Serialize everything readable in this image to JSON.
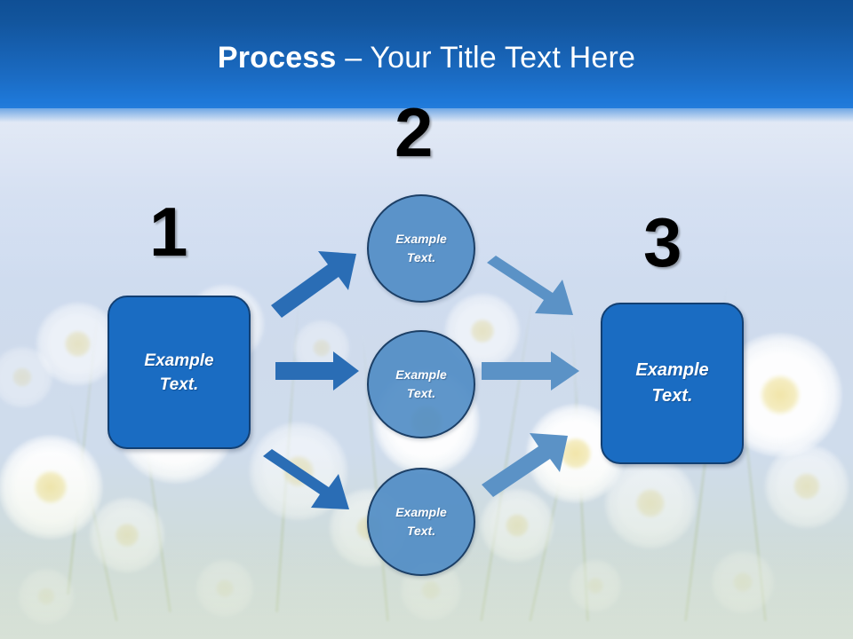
{
  "slide": {
    "title_strong": "Process",
    "title_rest": " – Your Title Text Here",
    "background_description": "daisy field under blue sky",
    "colors": {
      "title_band_top": "#0f4f95",
      "title_band_bottom": "#1e78d8",
      "box_fill": "#1a6cc2",
      "box_border": "#123f72",
      "circle_fill": "#4e8bc4",
      "circle_border": "#1c3f66",
      "arrow_dark_blue": "#2a6db5",
      "arrow_light_blue": "#5b92c6",
      "number_color": "#000000",
      "label_color": "#ffffff"
    }
  },
  "steps": [
    {
      "number": "1",
      "label": "Example\nText."
    },
    {
      "number": "2",
      "label": ""
    },
    {
      "number": "3",
      "label": "Example\nText."
    }
  ],
  "shapes": {
    "box_left": {
      "line1": "Example",
      "line2": "Text."
    },
    "box_right": {
      "line1": "Example",
      "line2": "Text."
    },
    "circle_top": {
      "line1": "Example",
      "line2": "Text."
    },
    "circle_middle": {
      "line1": "Example",
      "line2": "Text."
    },
    "circle_bottom": {
      "line1": "Example",
      "line2": "Text."
    }
  },
  "numbers": {
    "one": "1",
    "two": "2",
    "three": "3"
  },
  "arrows": [
    {
      "name": "box1-to-circle-top",
      "direction": "up-right",
      "color": "#2a6db5"
    },
    {
      "name": "box1-to-circle-middle",
      "direction": "right",
      "color": "#2a6db5"
    },
    {
      "name": "box1-to-circle-bottom",
      "direction": "down-right",
      "color": "#2a6db5"
    },
    {
      "name": "circle-top-to-box3",
      "direction": "down-right",
      "color": "#5b92c6"
    },
    {
      "name": "circle-middle-to-box3",
      "direction": "right",
      "color": "#5b92c6"
    },
    {
      "name": "circle-bottom-to-box3",
      "direction": "up-right",
      "color": "#5b92c6"
    }
  ]
}
